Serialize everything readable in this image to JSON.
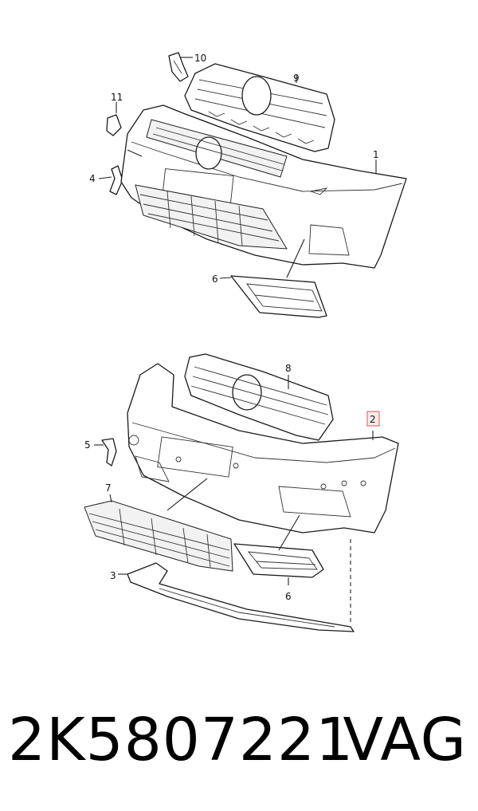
{
  "callouts": {
    "c1": "1",
    "c2": "2",
    "c3": "3",
    "c4": "4",
    "c5": "5",
    "c6a": "6",
    "c6b": "6",
    "c7": "7",
    "c8": "8",
    "c9": "9",
    "c10": "10",
    "c11": "11"
  },
  "highlight_color": "#e05555",
  "caption": {
    "part_number": "2K5807221",
    "brand": "VAG"
  }
}
